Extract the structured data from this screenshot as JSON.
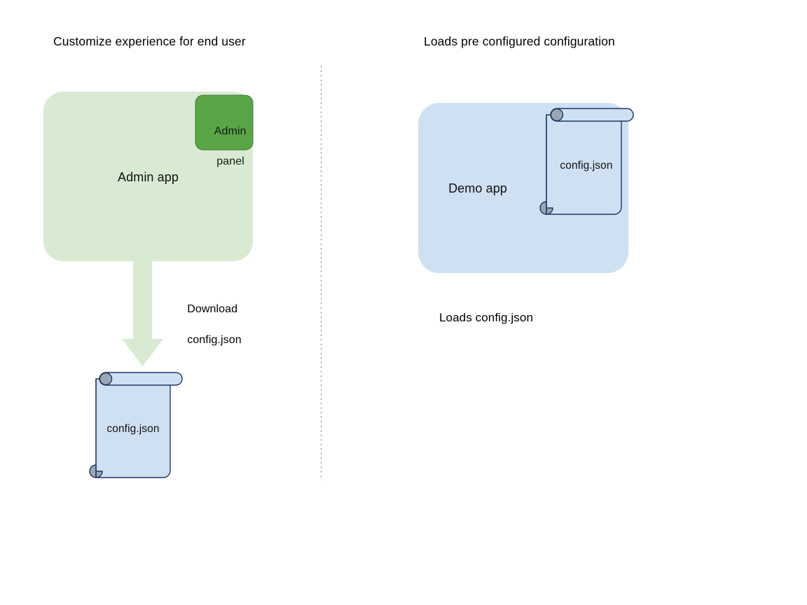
{
  "diagram": {
    "title_left": "Customize experience for end user",
    "title_right": "Loads pre configured configuration",
    "divider": {
      "name": "vertical-dotted-divider",
      "style": "dotted",
      "color": "#9e9e9e"
    },
    "left_flow": {
      "app_box": {
        "label": "Admin app",
        "fill": "#d9ead3",
        "shape": "rounded-rectangle"
      },
      "admin_panel": {
        "label_line1": "Admin",
        "label_line2": "panel",
        "fill": "#5aa546",
        "stroke": "#3f7a33",
        "shape": "rounded-rectangle"
      },
      "arrow": {
        "label_line1": "Download",
        "label_line2": "config.json",
        "fill": "#d9ead3",
        "direction": "down"
      },
      "document": {
        "label": "config.json",
        "fill": "#cfe0f3",
        "stroke": "#1f3864",
        "curl_fill": "#9aa7b5",
        "shape": "scroll"
      }
    },
    "right_flow": {
      "app_box": {
        "label": "Demo app",
        "fill": "#cfe0f3",
        "shape": "rounded-rectangle"
      },
      "document": {
        "label": "config.json",
        "fill": "transparent",
        "stroke": "#1f3864",
        "curl_fill": "#9aa7b5",
        "shape": "scroll"
      },
      "caption": "Loads config.json"
    }
  }
}
